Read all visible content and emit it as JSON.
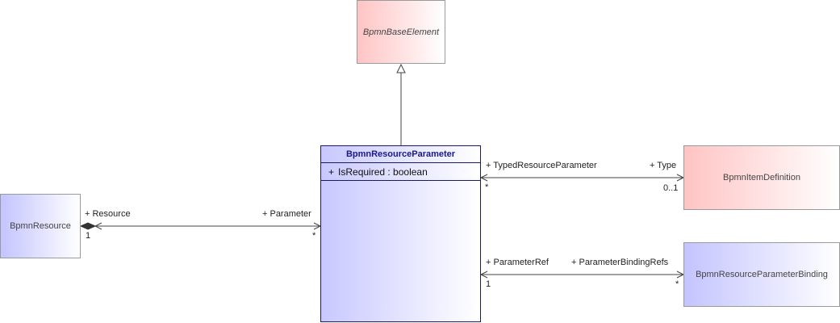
{
  "classes": {
    "base_element": "BpmnBaseElement",
    "resource_parameter": "BpmnResourceParameter",
    "resource": "BpmnResource",
    "item_definition": "BpmnItemDefinition",
    "parameter_binding": "BpmnResourceParameterBinding"
  },
  "attributes": [
    {
      "visibility": "+",
      "text": "IsRequired : boolean"
    }
  ],
  "associations": {
    "resource": {
      "source_role": "+ Resource",
      "source_mult": "1",
      "target_role": "+ Parameter",
      "target_mult": "*"
    },
    "type": {
      "source_role": "+ TypedResourceParameter",
      "source_mult": "*",
      "target_role": "+ Type",
      "target_mult": "0..1"
    },
    "binding": {
      "source_role": "+ ParameterRef",
      "source_mult": "1",
      "target_role": "+ ParameterBindingRefs",
      "target_mult": "*"
    }
  },
  "colors": {
    "abstract_fill": "#ffc4c4",
    "class_fill": "#c4c4ff",
    "focus_border": "#1a1a66",
    "focus_title": "#1a1a88"
  }
}
